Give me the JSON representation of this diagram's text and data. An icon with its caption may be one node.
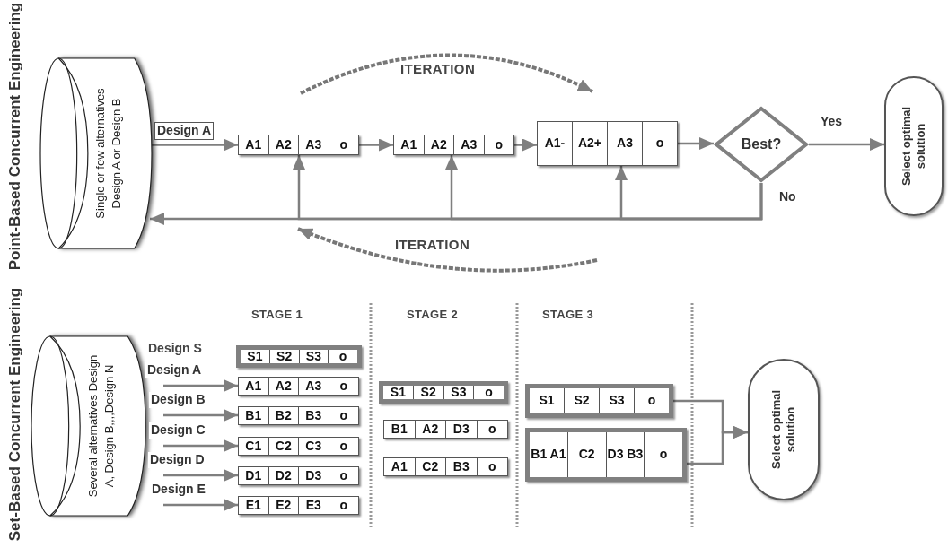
{
  "diagram": {
    "nodes": [
      {
        "text": [
          "Single or few alternatives Design A or Design B"
        ]
      },
      {
        "text": [
          "A1",
          "A2",
          "A3",
          "o"
        ]
      },
      {
        "text": [
          "A1",
          "A2",
          "A3",
          "o"
        ]
      },
      {
        "text": [
          "A1-",
          "A2+",
          "A3",
          "o"
        ]
      },
      {
        "text": [
          "Best?"
        ]
      },
      {
        "text": [
          "Select optimal solution"
        ]
      },
      {
        "text": [
          "Several alternatives Design A, Design B,,,,Design N"
        ]
      },
      {
        "text": [
          "S1",
          "S2",
          "S3",
          "o"
        ]
      },
      {
        "text": [
          "A1",
          "A2",
          "A3",
          "o"
        ]
      },
      {
        "text": [
          "B1",
          "B2",
          "B3",
          "o"
        ]
      },
      {
        "text": [
          "C1",
          "C2",
          "C3",
          "o"
        ]
      },
      {
        "text": [
          "D1",
          "D2",
          "D3",
          "o"
        ]
      },
      {
        "text": [
          "E1",
          "E2",
          "E3",
          "o"
        ]
      },
      {
        "text": [
          "S1",
          "S2",
          "S3",
          "o"
        ]
      },
      {
        "text": [
          "B1",
          "A2",
          "D3",
          "o"
        ]
      },
      {
        "text": [
          "A1",
          "C2",
          "B3",
          "o"
        ]
      },
      {
        "text": [
          "S1",
          "S2",
          "S3",
          "o"
        ]
      },
      {
        "text": [
          "B1 A1",
          "C2",
          "D3 B3",
          "o"
        ]
      },
      {
        "text": [
          "Select optimal solution"
        ]
      }
    ],
    "edges": [
      {
        "from": 0,
        "to": 1,
        "arrow": "to",
        "label": "Design A"
      },
      {
        "from": 1,
        "to": 2,
        "arrow": "to"
      },
      {
        "from": 2,
        "to": 3,
        "arrow": "to"
      },
      {
        "from": 3,
        "to": 4,
        "arrow": "to"
      },
      {
        "from": 4,
        "to": 5,
        "arrow": "to",
        "label": "Yes"
      },
      {
        "from": 4,
        "to": 0,
        "arrow": "to",
        "label": "No"
      },
      {
        "from": 4,
        "to": 1,
        "arrow": "to"
      },
      {
        "from": 4,
        "to": 2,
        "arrow": "to"
      },
      {
        "from": 4,
        "to": 3,
        "arrow": "to"
      },
      {
        "from": null,
        "to": 8,
        "arrow": "to",
        "label": "Design A"
      },
      {
        "from": null,
        "to": 9,
        "arrow": "to",
        "label": "Design B"
      },
      {
        "from": null,
        "to": 10,
        "arrow": "to",
        "label": "Design C"
      },
      {
        "from": null,
        "to": 11,
        "arrow": "to",
        "label": "Design D"
      },
      {
        "from": null,
        "to": 12,
        "arrow": "to",
        "label": "Design E"
      },
      {
        "from": 16,
        "to": 18,
        "arrow": "to"
      },
      {
        "from": 17,
        "to": 18,
        "arrow": "to"
      }
    ],
    "labels": [
      "Point-Based Concurrent Engineering",
      "ITERATION",
      "ITERATION",
      "Set-Based Concurrent Engineering",
      "STAGE 1",
      "STAGE 2",
      "STAGE 3",
      "Design S"
    ]
  }
}
